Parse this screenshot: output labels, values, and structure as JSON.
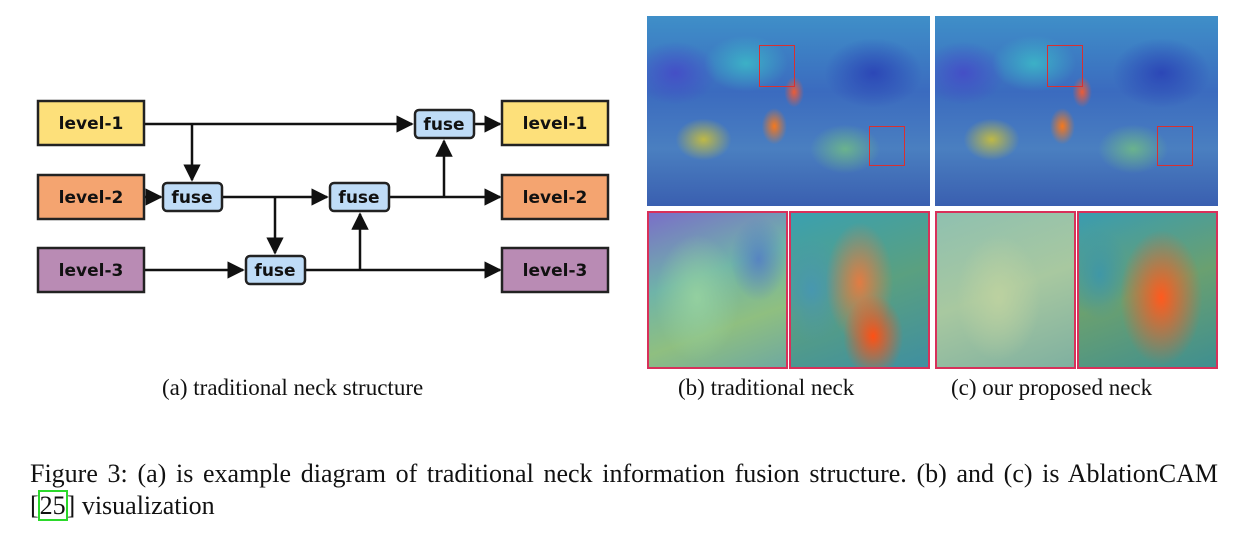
{
  "diagram": {
    "inputs": [
      "level-1",
      "level-2",
      "level-3"
    ],
    "fuse_label": "fuse",
    "outputs": [
      "level-1",
      "level-2",
      "level-3"
    ],
    "colors": {
      "level1": "#fde07a",
      "level2": "#f4a470",
      "level3": "#b98bb4",
      "fuse": "#bfdcf7",
      "border": "#222222"
    }
  },
  "subcaptions": {
    "a": "(a) traditional neck structure",
    "b": "(b) traditional neck",
    "c": "(c) our proposed neck"
  },
  "caption": {
    "prefix": "Figure 3: (a) is example diagram of traditional neck information fusion structure. (b) and (c) is AblationCAM [",
    "ref": "25",
    "suffix": "] visualization"
  },
  "visualizations": {
    "b": "AblationCAM heatmap, traditional neck",
    "c": "AblationCAM heatmap, proposed neck"
  }
}
